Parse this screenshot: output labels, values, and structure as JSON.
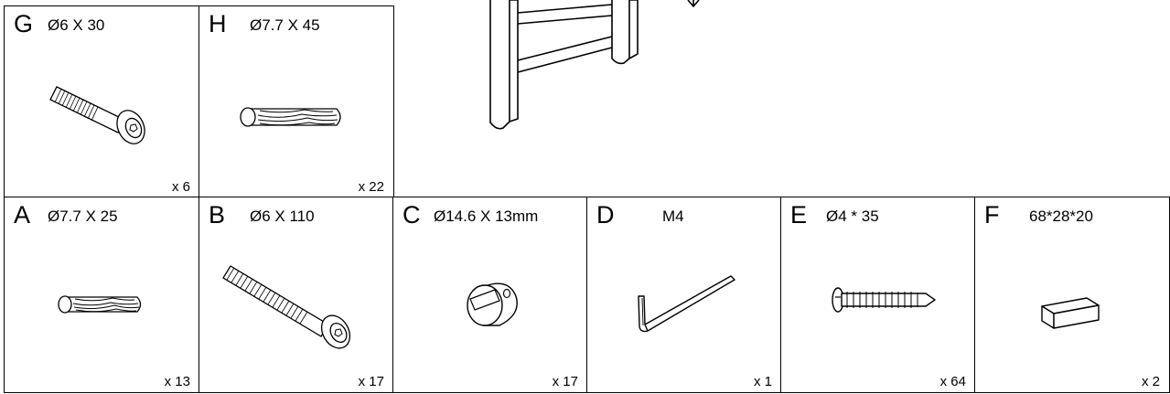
{
  "parts": [
    {
      "letter": "G",
      "dimension": "Ø6 X 30",
      "quantity": "x 6",
      "icon": "bolt-icon"
    },
    {
      "letter": "H",
      "dimension": "Ø7.7 X 45",
      "quantity": "x 22",
      "icon": "dowel-icon"
    },
    {
      "letter": "A",
      "dimension": "Ø7.7 X 25",
      "quantity": "x 13",
      "icon": "dowel-icon"
    },
    {
      "letter": "B",
      "dimension": "Ø6 X 110",
      "quantity": "x 17",
      "icon": "bolt-icon"
    },
    {
      "letter": "C",
      "dimension": "Ø14.6 X 13mm",
      "quantity": "x 17",
      "icon": "cam-nut-icon"
    },
    {
      "letter": "D",
      "dimension": "M4",
      "quantity": "x 1",
      "icon": "allen-key-icon"
    },
    {
      "letter": "E",
      "dimension": "Ø4 * 35",
      "quantity": "x 64",
      "icon": "screw-icon"
    },
    {
      "letter": "F",
      "dimension": "68*28*20",
      "quantity": "x 2",
      "icon": "block-icon"
    }
  ]
}
